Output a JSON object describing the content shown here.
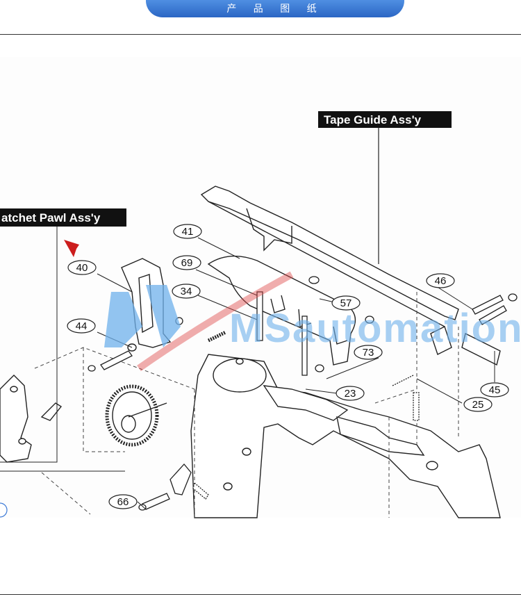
{
  "header": {
    "title": "产 品 图 纸"
  },
  "assemblies": {
    "tape_guide": "Tape Guide Ass'y",
    "ratchet_pawl": "atchet Pawl Ass'y"
  },
  "watermark": "MSautomation",
  "colors": {
    "header_blue": "#3a78d6",
    "watermark_blue": "#6fb1ec",
    "watermark_red": "#e04a4a",
    "arrow_red": "#cc1d1d"
  },
  "parts": [
    {
      "id": "p41",
      "label": "41"
    },
    {
      "id": "p69",
      "label": "69"
    },
    {
      "id": "p34",
      "label": "34"
    },
    {
      "id": "p40",
      "label": "40"
    },
    {
      "id": "p44",
      "label": "44"
    },
    {
      "id": "p57",
      "label": "57"
    },
    {
      "id": "p46",
      "label": "46"
    },
    {
      "id": "p73",
      "label": "73"
    },
    {
      "id": "p23",
      "label": "23"
    },
    {
      "id": "p25",
      "label": "25"
    },
    {
      "id": "p45",
      "label": "45"
    },
    {
      "id": "p66",
      "label": "66"
    }
  ]
}
